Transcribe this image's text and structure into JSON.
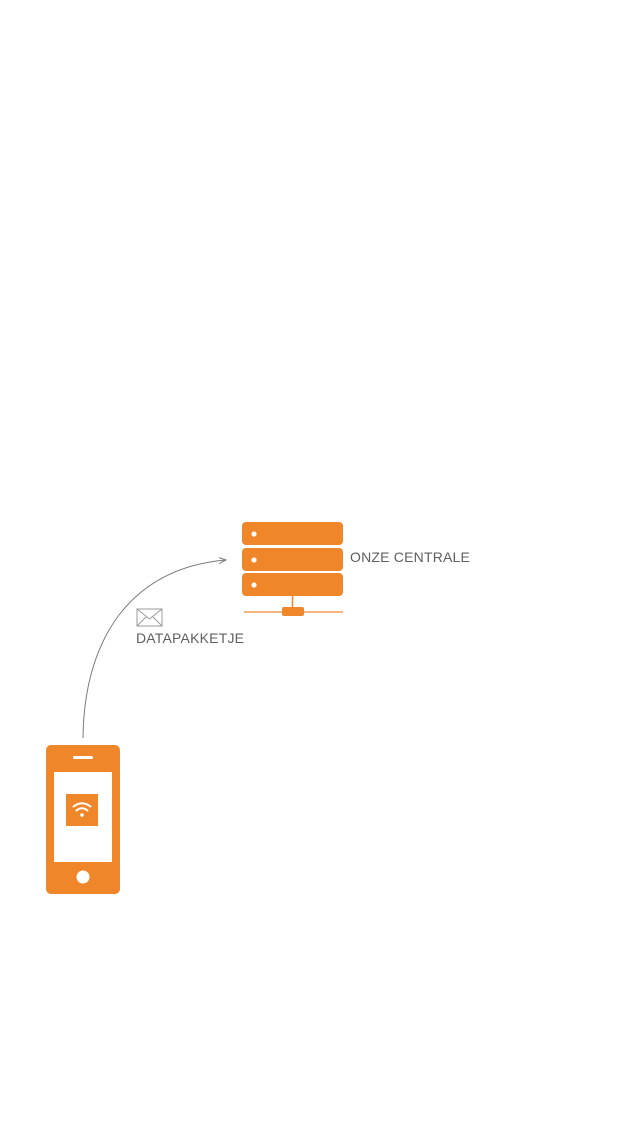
{
  "diagram": {
    "server_label": "ONZE CENTRALE",
    "packet_label": "DATAPAKKETJE"
  },
  "colors": {
    "accent": "#f0862a",
    "text": "#5f5f5f",
    "line": "#7a7a7a",
    "background": "#ffffff"
  },
  "icons": {
    "server": "server-rack-icon",
    "phone": "smartphone-icon",
    "wifi": "wifi-icon",
    "envelope": "envelope-icon",
    "arrow": "curved-arrow"
  }
}
